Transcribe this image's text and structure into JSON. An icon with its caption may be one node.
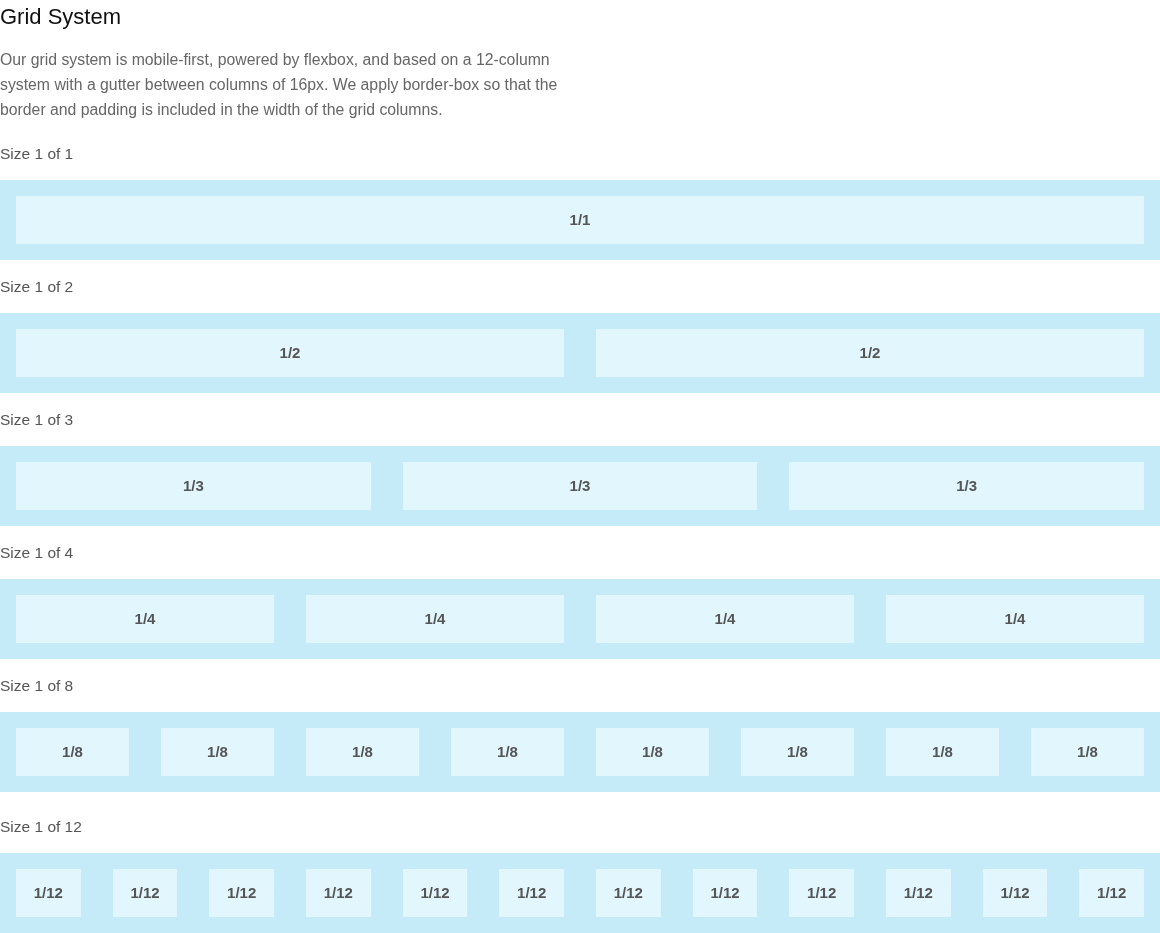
{
  "diagram": {
    "title": "Grid System",
    "nodes": [
      {
        "text": [
          "Size 1 of 1"
        ]
      },
      {
        "text": [
          "1/1"
        ],
        "in": 0
      },
      {
        "text": [
          "Size 1 of 2"
        ]
      },
      {
        "text": [
          "1/2"
        ],
        "in": 2
      },
      {
        "text": [
          "1/2"
        ],
        "in": 2
      },
      {
        "text": [
          "Size 1 of 3"
        ]
      },
      {
        "text": [
          "1/3"
        ],
        "in": 5
      },
      {
        "text": [
          "1/3"
        ],
        "in": 5
      },
      {
        "text": [
          "1/3"
        ],
        "in": 5
      },
      {
        "text": [
          "Size 1 of 4"
        ]
      },
      {
        "text": [
          "1/4"
        ],
        "in": 9
      },
      {
        "text": [
          "1/4"
        ],
        "in": 9
      },
      {
        "text": [
          "1/4"
        ],
        "in": 9
      },
      {
        "text": [
          "1/4"
        ],
        "in": 9
      },
      {
        "text": [
          "Size 1 of 8"
        ]
      },
      {
        "text": [
          "1/8"
        ],
        "in": 14
      },
      {
        "text": [
          "1/8"
        ],
        "in": 14
      },
      {
        "text": [
          "1/8"
        ],
        "in": 14
      },
      {
        "text": [
          "1/8"
        ],
        "in": 14
      },
      {
        "text": [
          "1/8"
        ],
        "in": 14
      },
      {
        "text": [
          "1/8"
        ],
        "in": 14
      },
      {
        "text": [
          "1/8"
        ],
        "in": 14
      },
      {
        "text": [
          "1/8"
        ],
        "in": 14
      },
      {
        "text": [
          "Size 1 of 12"
        ]
      },
      {
        "text": [
          "1/12"
        ],
        "in": 23
      },
      {
        "text": [
          "1/12"
        ],
        "in": 23
      },
      {
        "text": [
          "1/12"
        ],
        "in": 23
      },
      {
        "text": [
          "1/12"
        ],
        "in": 23
      },
      {
        "text": [
          "1/12"
        ],
        "in": 23
      },
      {
        "text": [
          "1/12"
        ],
        "in": 23
      },
      {
        "text": [
          "1/12"
        ],
        "in": 23
      },
      {
        "text": [
          "1/12"
        ],
        "in": 23
      },
      {
        "text": [
          "1/12"
        ],
        "in": 23
      },
      {
        "text": [
          "1/12"
        ],
        "in": 23
      },
      {
        "text": [
          "1/12"
        ],
        "in": 23
      },
      {
        "text": [
          "1/12"
        ],
        "in": 23
      }
    ],
    "labels": [
      "Our grid system is mobile-first, powered by flexbox, and based on a 12-column system with a gutter between columns of 16px. We apply border-box so that the border and padding is included in the width of the grid columns."
    ]
  }
}
